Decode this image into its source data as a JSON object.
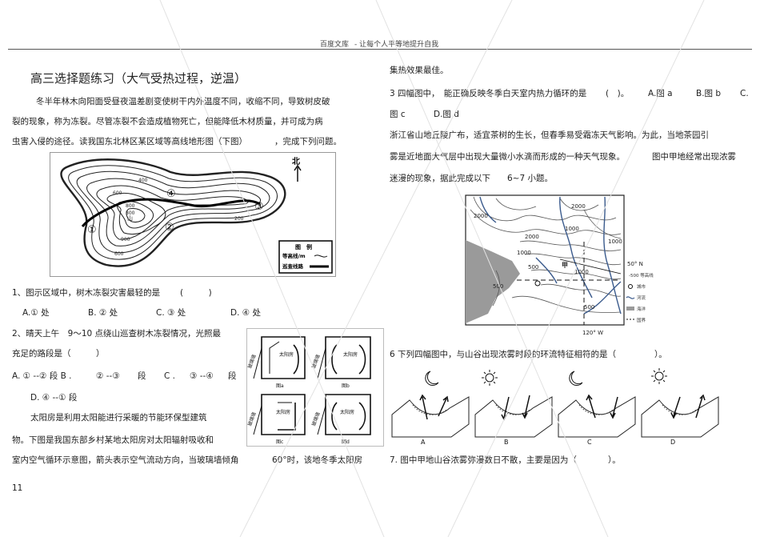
{
  "header": {
    "site": "百度文库",
    "slogan": "- 让每个人平等地提升自我"
  },
  "left": {
    "title": "高三选择题练习（大气受热过程，逆温）",
    "intro": [
      "冬半年林木向阳面受昼夜温差剧变使树干内外温度不同，收缩不同，导致树皮破",
      "裂的现象，称为冻裂。尽管冻裂不会造成植物死亡，但能降低木材质量，并可成为病",
      "虫害入侵的途径。读我国东北林区某区域等高线地形图（下图）",
      "，完成下列问题。"
    ],
    "map1": {
      "north": "北",
      "contours": [
        "400",
        "600",
        "800",
        "800",
        "900",
        "600",
        "200"
      ],
      "peak": "山",
      "markers": [
        "①",
        "②",
        "③",
        "④"
      ],
      "legend_title": "图　例",
      "legend_contour": "等高线/m",
      "legend_route": "巡查线路"
    },
    "q1": {
      "stem": "1、图示区域中，树木冻裂灾害最轻的是",
      "paren": "(　　　)",
      "options": [
        "A.① 处",
        "B. ② 处",
        "C. ③ 处",
        "D. ④ 处"
      ]
    },
    "q2": {
      "line1": "2、晴天上午　9～10 点绕山巡查树木冻裂情况，光照最",
      "line2": "充足的路段是（　　　）",
      "line3a": "A. ① --② 段 B .",
      "line3b": "② --③",
      "line3c": "段",
      "line3d": "C .",
      "line3e": "③ --④",
      "line3f": "段",
      "line4": "D. ④ --① 段"
    },
    "solar": {
      "p1": "太阳房是利用太阳能进行采暖的节能环保型建筑",
      "p2": "物。下图是我国东部乡村某地太阳房对太阳辐射吸收和",
      "p3": "室内空气循环示意图，箭头表示空气流动方向，当玻璃墙倾角",
      "p3b": "60°时，该地冬季太阳房",
      "fig": {
        "wall": "玻璃墙",
        "room": "太阳房",
        "labels": [
          "图a",
          "图b",
          "图c",
          "图d"
        ]
      }
    },
    "page_number": "11"
  },
  "right": {
    "cont": "集热效果最佳。",
    "q3": {
      "line1": "3 四幅图中，　能正确反映冬季白天室内热力循环的是",
      "paren": "(　)。",
      "opts": [
        "A.图 a",
        "B.图 b",
        "C."
      ],
      "line2a": "图 c",
      "line2b": "D.图 d"
    },
    "zj": {
      "p1": "浙江省山地丘陵广布，适宜茶树的生长，但春季易受霜冻天气影响。为此，当地茶园引",
      "p2a": "雾是近地面大气层中出现大量微小水滴而形成的一种天气现象。",
      "p2b": "图中甲地经常出现浓雾",
      "p3a": "迷漫的现象，据此完成以下",
      "p3b": "6~7 小题。"
    },
    "map2": {
      "contours": [
        "2000",
        "2000",
        "1000",
        "2000",
        "1000",
        "500",
        "1000",
        "500",
        "1000",
        "500"
      ],
      "place": "甲",
      "lat": "50° N",
      "lon": "120° W",
      "legend": [
        "-500 等高线",
        "城市",
        "河流",
        "海洋",
        "国界"
      ]
    },
    "q6": {
      "stem": "6 下列四幅图中，与山谷出现浓雾时段的环流特征相符的是（",
      "close": "）。",
      "labels": [
        "A",
        "B",
        "C",
        "D"
      ]
    },
    "q7": {
      "stem": "7. 图中甲地山谷浓雾弥漫数日不散，主要是因为（",
      "close": "）。"
    }
  },
  "colors": {
    "text": "#222222",
    "rule": "#555555",
    "river": "#3a5a8c",
    "sea": "#9a9a9a"
  }
}
